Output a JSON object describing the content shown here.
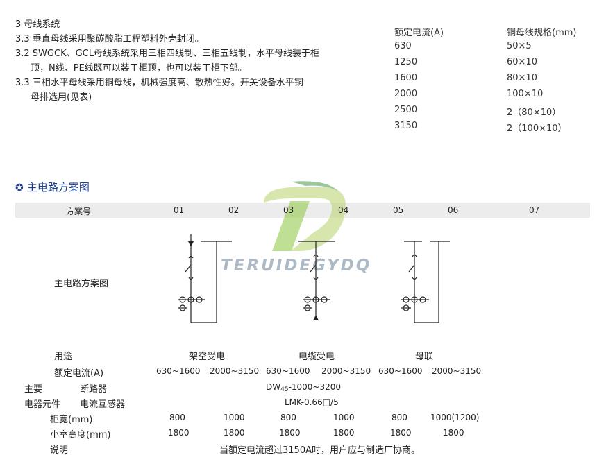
{
  "intro": {
    "heading": "3 母线系统",
    "p1": "3.3 垂直母线采用聚碳酸脂工程塑料外壳封闭。",
    "p2a": "3.2 SWGCK、GCL母线系统采用三相四线制、三相五线制，水平母线装于柜",
    "p2b": "顶，N线、PE线既可以装于柜顶，也可以装于柜下部。",
    "p3a": "3.3 三相水平母线采用铜母线，机械强度高、散热性好。开关设备水平铜",
    "p3b": "母排选用(见表)"
  },
  "spec_table": {
    "headers": [
      "额定电流(A)",
      "铜母线规格(mm)"
    ],
    "rows": [
      [
        "630",
        "50×5"
      ],
      [
        "1250",
        "60×10"
      ],
      [
        "1600",
        "80×10"
      ],
      [
        "2000",
        "100×10"
      ],
      [
        "2500",
        "2（80×10）"
      ],
      [
        "3150",
        "2（100×10）"
      ]
    ]
  },
  "section": {
    "icon": "star-icon",
    "title": "主电路方案图"
  },
  "watermark": {
    "text": "TERUIDEGYDQ"
  },
  "scheme_table": {
    "header_label": "方案号",
    "numbers": [
      "01",
      "02",
      "03",
      "04",
      "05",
      "06",
      "07"
    ],
    "diagram_label": "主电路方案图",
    "purpose_label": "用途",
    "purposes": [
      "架空受电",
      "电缆受电",
      "母联"
    ],
    "current_label": "额定电流(A)",
    "currents": [
      "630~1600",
      "2000~3150",
      "630~1600",
      "2000~3150",
      "630~1600",
      "2000~3150"
    ],
    "main_label_1": "主要",
    "main_label_2": "电器元件",
    "breaker_label": "断路器",
    "breaker_prefix": "DW",
    "breaker_sub": "45",
    "breaker_value": "-1000~3200",
    "ct_label": "电流互感器",
    "ct_value": "LMK-0.66□/5",
    "width_label": "柜宽(mm)",
    "widths": [
      "800",
      "1000",
      "800",
      "1000",
      "800",
      "1000(1200)"
    ],
    "height_label": "小室高度(mm)",
    "heights": [
      "1800",
      "1800",
      "1800",
      "1800",
      "1800",
      "1800"
    ],
    "note_label": "说明",
    "note": "当额定电流超过3150A时，用户应与制造厂协商。"
  }
}
